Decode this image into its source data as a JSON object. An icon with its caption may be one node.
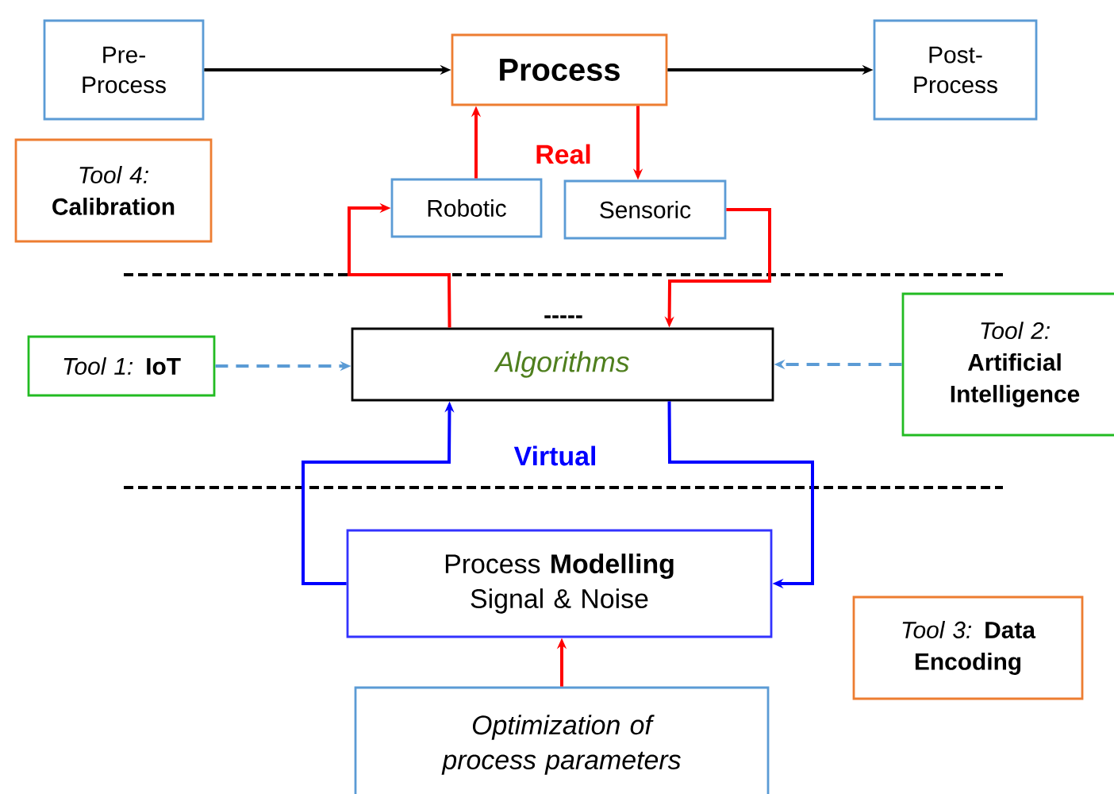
{
  "diagram": {
    "nodes": [
      {
        "text": [
          "Pre-Process"
        ]
      },
      {
        "text": [
          "Process"
        ]
      },
      {
        "text": [
          "Post-Process"
        ]
      },
      {
        "text": [
          "*Tool 4:* **Calibration**"
        ]
      },
      {
        "text": [
          "Robotic"
        ]
      },
      {
        "text": [
          "Sensoric"
        ]
      },
      {
        "text": [
          "Algorithms"
        ]
      },
      {
        "text": [
          "*Tool 1:* **IoT**"
        ]
      },
      {
        "text": [
          "*Tool 2:* **Artificial Intelligence**"
        ]
      },
      {
        "text": [
          "Process **Modelling**",
          "Signal & Noise"
        ]
      },
      {
        "text": [
          "*Tool 3:* **Data Encoding**"
        ]
      },
      {
        "text": [
          "Optimization of process parameters"
        ]
      }
    ],
    "edges": [
      {
        "from": 0,
        "to": 1,
        "arrow": "to",
        "color": "#000000"
      },
      {
        "from": 1,
        "to": 2,
        "arrow": "to",
        "color": "#000000"
      },
      {
        "from": 4,
        "to": 1,
        "arrow": "to",
        "color": "#ff0000"
      },
      {
        "from": 1,
        "to": 5,
        "arrow": "to",
        "color": "#ff0000"
      },
      {
        "from": 6,
        "to": 4,
        "arrow": "to",
        "color": "#ff0000"
      },
      {
        "from": 5,
        "to": 6,
        "arrow": "to",
        "color": "#ff0000"
      },
      {
        "from": 7,
        "to": 6,
        "arrow": "to",
        "style": "dashed",
        "color": "#5b9bd5"
      },
      {
        "from": 8,
        "to": 6,
        "arrow": "to",
        "style": "dashed",
        "color": "#5b9bd5"
      },
      {
        "from": 9,
        "to": 6,
        "arrow": "to",
        "color": "#0000ff"
      },
      {
        "from": 6,
        "to": 9,
        "arrow": "to",
        "color": "#0000ff"
      },
      {
        "from": 11,
        "to": 9,
        "arrow": "to",
        "color": "#ff0000"
      }
    ],
    "labels": [
      "Real",
      "-----",
      "Virtual"
    ]
  }
}
